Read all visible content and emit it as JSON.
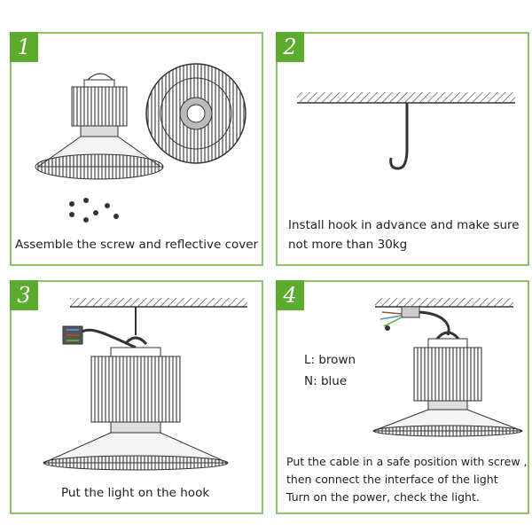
{
  "accent_color": "#5cab2f",
  "border_color": "#8cc36a",
  "steps": [
    {
      "number": "1",
      "caption": "Assemble the screw and reflective cover"
    },
    {
      "number": "2",
      "caption_lines": [
        "Install hook in advance and make sure",
        "not more than 30kg"
      ]
    },
    {
      "number": "3",
      "caption": "Put the light on the hook"
    },
    {
      "number": "4",
      "wire_labels": [
        "L: brown",
        "N: blue"
      ],
      "caption_lines": [
        "Put the cable in a safe position with screw ,",
        "then connect the interface of the light",
        "Turn on the power, check the light."
      ]
    }
  ]
}
